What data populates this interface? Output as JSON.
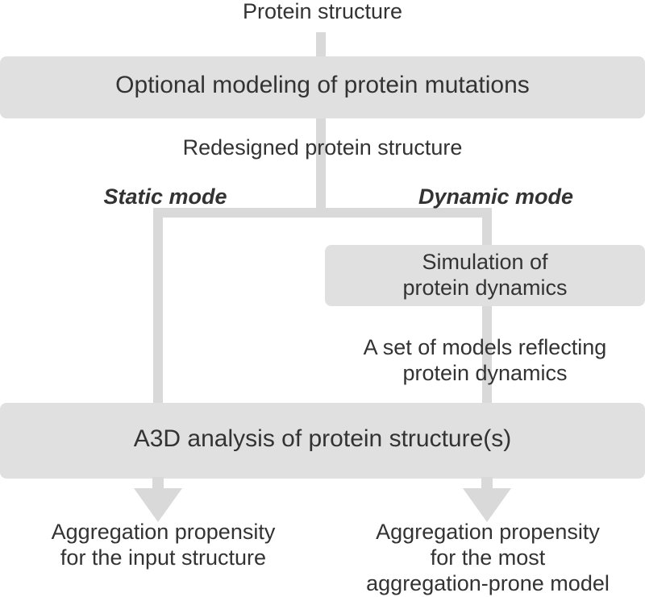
{
  "diagram": {
    "input_label": "Protein structure",
    "step1_box": "Optional modeling of protein mutations",
    "step1_output": "Redesigned protein structure",
    "static_mode_label": "Static mode",
    "dynamic_mode_label": "Dynamic mode",
    "simulation_box_line1": "Simulation of",
    "simulation_box_line2": "protein dynamics",
    "models_label_line1": "A set of models reflecting",
    "models_label_line2": "protein dynamics",
    "analysis_box": "A3D analysis of protein structure(s)",
    "static_output_line1": "Aggregation propensity",
    "static_output_line2": "for the input structure",
    "dynamic_output_line1": "Aggregation propensity",
    "dynamic_output_line2": "for the most",
    "dynamic_output_line3": "aggregation-prone model"
  },
  "colors": {
    "box_fill": "#e0e0e0",
    "connector": "#d9d9d9",
    "text": "#333333"
  }
}
